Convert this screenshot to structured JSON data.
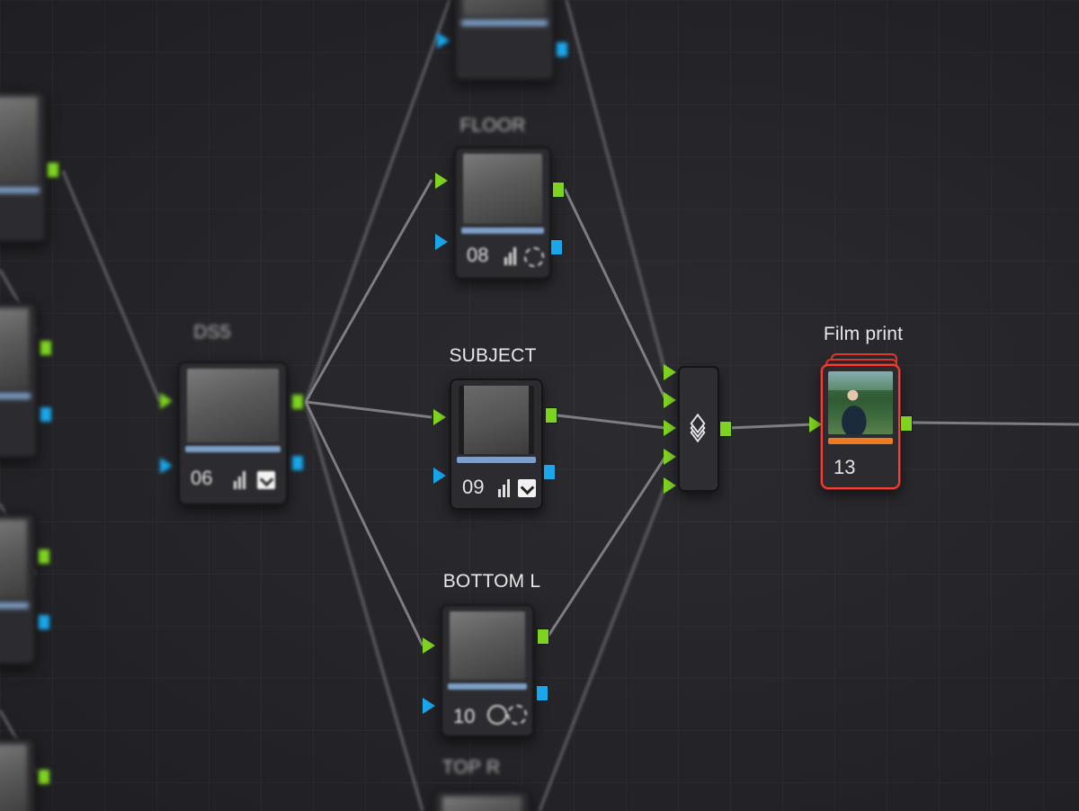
{
  "node_editor": {
    "nodes": [
      {
        "id": "ds5",
        "label": "DS5",
        "number": "06",
        "indicators": [
          "bars",
          "check"
        ],
        "blurred": true
      },
      {
        "id": "floor",
        "label": "FLOOR",
        "number": "08",
        "indicators": [
          "bars",
          "dashed-circle"
        ],
        "blurred": true
      },
      {
        "id": "subject",
        "label": "SUBJECT",
        "number": "09",
        "indicators": [
          "bars",
          "check"
        ],
        "blurred": false
      },
      {
        "id": "bottom_l",
        "label": "BOTTOM L",
        "number": "10",
        "indicators": [
          "ring",
          "dashed-circle"
        ],
        "blurred": false
      },
      {
        "id": "film_print",
        "label": "Film print",
        "number": "13",
        "indicators": [],
        "selected": true,
        "thumbnail": "color"
      },
      {
        "id": "top_r",
        "label": "TOP R",
        "number": "",
        "blurred": true
      }
    ],
    "layer_mixer": {
      "icon": "layers-icon",
      "inputs": 5
    }
  },
  "colors": {
    "canvas": "#232327",
    "rgb_port": "#7ed321",
    "alpha_port": "#19a6ea",
    "selection": "#ff3b2f",
    "selected_strip": "#f07a20",
    "node_strip": "#7ea0c8"
  }
}
